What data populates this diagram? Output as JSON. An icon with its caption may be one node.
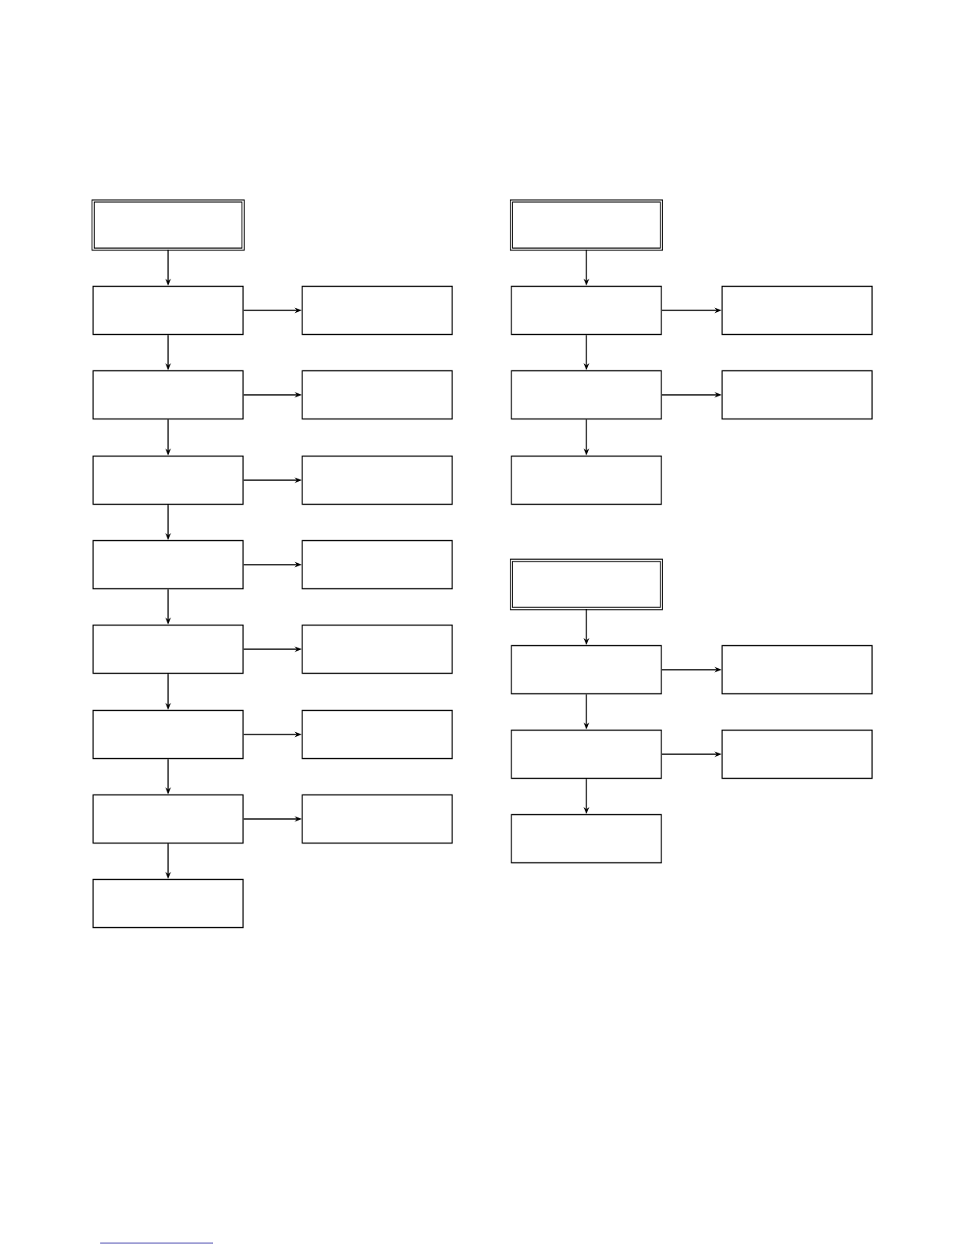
{
  "diagram": {
    "nodes": [
      {
        "text": [],
        "shape": "box"
      },
      {
        "text": [],
        "shape": "box"
      },
      {
        "text": [],
        "shape": "box"
      },
      {
        "text": [],
        "shape": "box"
      },
      {
        "text": [],
        "shape": "box"
      },
      {
        "text": [],
        "shape": "box"
      },
      {
        "text": [],
        "shape": "box"
      },
      {
        "text": [],
        "shape": "box"
      },
      {
        "text": [],
        "shape": "box"
      },
      {
        "text": [],
        "shape": "box"
      },
      {
        "text": [],
        "shape": "box"
      },
      {
        "text": [],
        "shape": "box"
      },
      {
        "text": [],
        "shape": "box"
      },
      {
        "text": [],
        "shape": "box"
      },
      {
        "text": [],
        "shape": "box"
      },
      {
        "text": [],
        "shape": "box"
      },
      {
        "text": [],
        "shape": "box"
      },
      {
        "text": [],
        "shape": "box"
      },
      {
        "text": [],
        "shape": "box"
      },
      {
        "text": [],
        "shape": "box"
      },
      {
        "text": [],
        "shape": "box"
      },
      {
        "text": [],
        "shape": "box"
      },
      {
        "text": [],
        "shape": "box"
      },
      {
        "text": [],
        "shape": "box"
      },
      {
        "text": [],
        "shape": "box"
      },
      {
        "text": [],
        "shape": "box"
      },
      {
        "text": [],
        "shape": "box"
      },
      {
        "text": [],
        "shape": "box"
      }
    ],
    "edges": [
      {
        "from": 0,
        "to": 1,
        "arrow": "to"
      },
      {
        "from": 1,
        "to": 2,
        "arrow": "to"
      },
      {
        "from": 1,
        "to": 3,
        "arrow": "to"
      },
      {
        "from": 3,
        "to": 4,
        "arrow": "to"
      },
      {
        "from": 3,
        "to": 5,
        "arrow": "to"
      },
      {
        "from": 5,
        "to": 6,
        "arrow": "to"
      },
      {
        "from": 5,
        "to": 7,
        "arrow": "to"
      },
      {
        "from": 7,
        "to": 8,
        "arrow": "to"
      },
      {
        "from": 7,
        "to": 9,
        "arrow": "to"
      },
      {
        "from": 9,
        "to": 10,
        "arrow": "to"
      },
      {
        "from": 9,
        "to": 11,
        "arrow": "to"
      },
      {
        "from": 11,
        "to": 12,
        "arrow": "to"
      },
      {
        "from": 11,
        "to": 13,
        "arrow": "to"
      },
      {
        "from": 13,
        "to": 14,
        "arrow": "to"
      },
      {
        "from": 13,
        "to": 15,
        "arrow": "to"
      },
      {
        "from": 16,
        "to": 17,
        "arrow": "to"
      },
      {
        "from": 17,
        "to": 18,
        "arrow": "to"
      },
      {
        "from": 17,
        "to": 19,
        "arrow": "to"
      },
      {
        "from": 19,
        "to": 20,
        "arrow": "to"
      },
      {
        "from": 19,
        "to": 21,
        "arrow": "to"
      },
      {
        "from": 22,
        "to": 23,
        "arrow": "to"
      },
      {
        "from": 23,
        "to": 24,
        "arrow": "to"
      },
      {
        "from": 23,
        "to": 25,
        "arrow": "to"
      },
      {
        "from": 25,
        "to": 26,
        "arrow": "to"
      },
      {
        "from": 25,
        "to": 27,
        "arrow": "to"
      }
    ]
  }
}
